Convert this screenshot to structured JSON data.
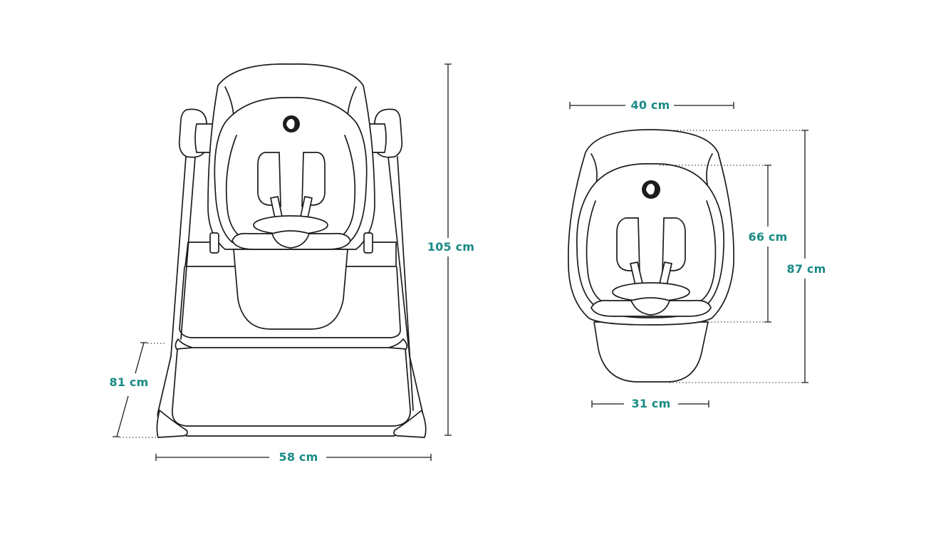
{
  "colors": {
    "label": "#1a8a85",
    "line": "#1c1c1c",
    "background": "#ffffff"
  },
  "icons": {
    "brand_logo": "brand-logo-icon"
  },
  "dimensions": {
    "swing_height": {
      "value": 105,
      "unit": "cm",
      "label": "105 cm"
    },
    "swing_width": {
      "value": 58,
      "unit": "cm",
      "label": "58 cm"
    },
    "swing_depth": {
      "value": 81,
      "unit": "cm",
      "label": "81 cm"
    },
    "seat_top_width": {
      "value": 40,
      "unit": "cm",
      "label": "40 cm"
    },
    "seat_bottom_width": {
      "value": 31,
      "unit": "cm",
      "label": "31 cm"
    },
    "seat_inner_height": {
      "value": 66,
      "unit": "cm",
      "label": "66 cm"
    },
    "seat_total_height": {
      "value": 87,
      "unit": "cm",
      "label": "87 cm"
    }
  }
}
